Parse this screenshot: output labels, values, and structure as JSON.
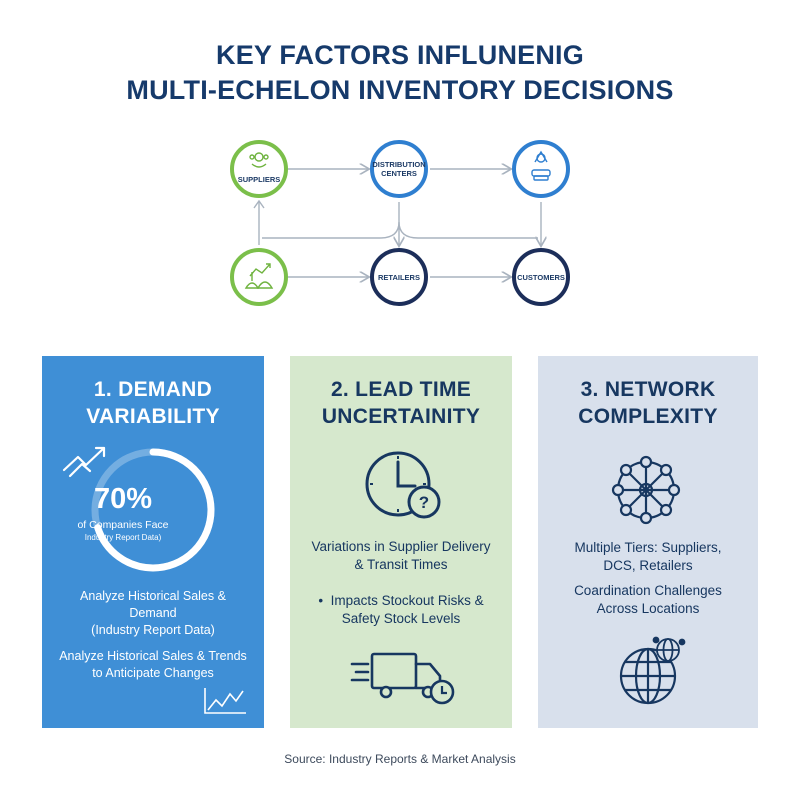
{
  "title": {
    "line1": "KEY FACTORS INFLUNENIG",
    "line2": "MULTI-ECHELON INVENTORY DECISIONS"
  },
  "flow": {
    "nodes": [
      {
        "label": "SUPPLIERS",
        "icon": "supplier-icon",
        "color": "#7bbf4a"
      },
      {
        "label": "DISTRIBUTION CENTERS",
        "icon": "",
        "color": "#2f7fd0"
      },
      {
        "label": "",
        "icon": "warehouse-icon",
        "color": "#2f7fd0"
      },
      {
        "label": "",
        "icon": "growth-icon",
        "color": "#7bbf4a"
      },
      {
        "label": "RETAILERS",
        "icon": "",
        "color": "#1c2e5a"
      },
      {
        "label": "CUSTOMERS",
        "icon": "",
        "color": "#1c2e5a"
      }
    ]
  },
  "cards": {
    "demand": {
      "title_line1": "1. DEMAND",
      "title_line2": "VARIABILITY",
      "stat_value": "70%",
      "stat_fraction": 0.7,
      "stat_label": "of Companies Face",
      "stat_source": "Industry Report Data)",
      "text1_line1": "Analyze Historical Sales & Demand",
      "text1_line2": "(Industry Report Data)",
      "text2_line1": "Analyze Historical Sales & Trends",
      "text2_line2": "to Anticipate Changes",
      "color": "#3f8fd6"
    },
    "lead": {
      "title_line1": "2. LEAD TIME",
      "title_line2": "UNCERTAINITY",
      "text1_line1": "Variations in Supplier Delivery",
      "text1_line2": "& Transit Times",
      "bullet": "•",
      "text2_line1": "Impacts Stockout Risks &",
      "text2_line2": "Safety Stock Levels",
      "color": "#d6e8cd"
    },
    "network": {
      "title_line1": "3. NETWORK",
      "title_line2": "COMPLEXITY",
      "text1_line1": "Multiple Tiers: Suppliers,",
      "text1_line2": "DCS, Retailers",
      "text2_line1": "Coardination Challenges",
      "text2_line2": "Across Locations",
      "color": "#d8e0ec"
    }
  },
  "source": "Source: Industry Reports & Market Analysis"
}
